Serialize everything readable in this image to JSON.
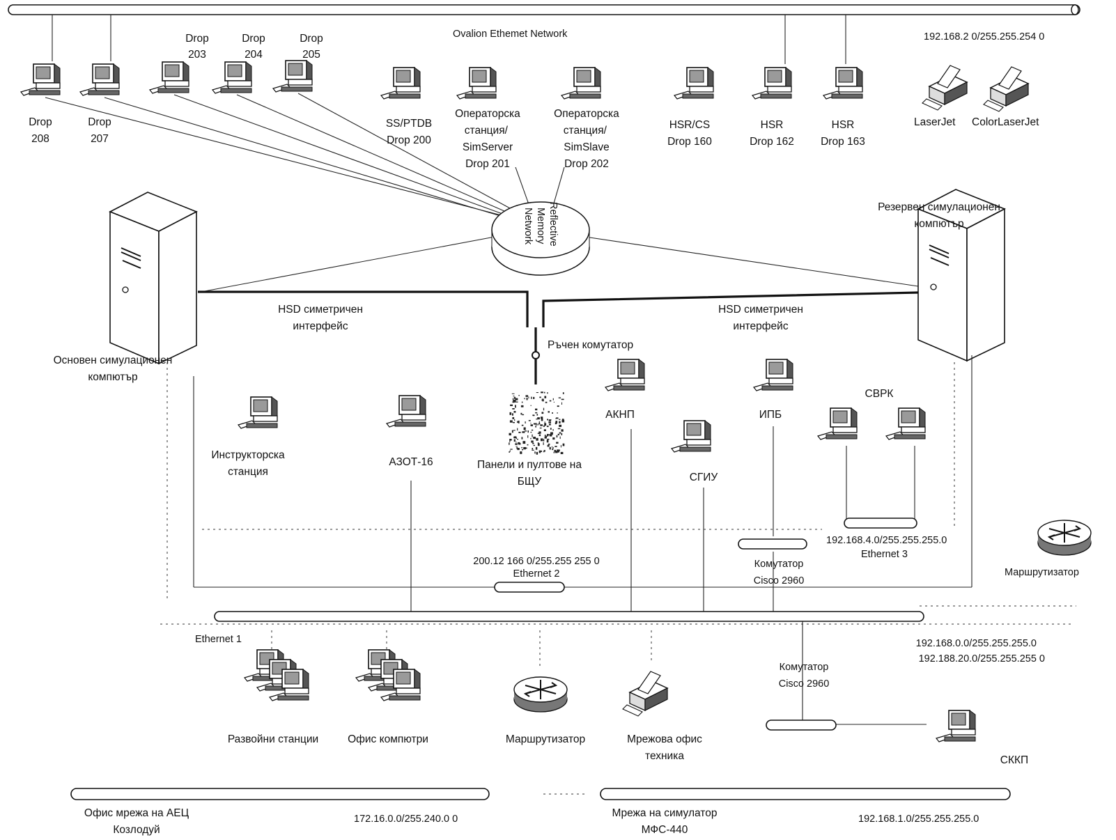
{
  "network": {
    "ovation": "Ovalion Ethemet Network",
    "ovation_ip": "192.168.2 0/255.255.254 0",
    "reflective": [
      "Reflective",
      "Memory",
      "Network"
    ],
    "ethernet2": "Ethernet 2",
    "ethernet2_ip": "200.12 166 0/255.255 255 0",
    "ethernet3": "Ethernet 3",
    "ethernet3_ip": "192.168.4.0/255.255.255.0",
    "ethernet1": "Ethernet 1",
    "ethernet1_ip": [
      "192.168.0.0/255.255.255.0",
      "192.188.20.0/255.255.255 0"
    ],
    "office_aec": [
      "Офис мрежа на АЕЦ",
      "Козлодуй"
    ],
    "office_ip": "172.16.0.0/255.240.0 0",
    "sim_net": [
      "Мрежа на симулатор",
      "МФС-440"
    ],
    "sim_ip": "192.168.1.0/255.255.255.0"
  },
  "drops": [
    {
      "lines": [
        "Drop",
        "208"
      ]
    },
    {
      "lines": [
        "Drop",
        "207"
      ]
    },
    {
      "lines": [
        "Drop",
        "203"
      ]
    },
    {
      "lines": [
        "Drop",
        "204"
      ]
    },
    {
      "lines": [
        "Drop",
        "205"
      ]
    },
    {
      "lines": [
        "SS/PTDB",
        "Drop 200"
      ]
    },
    {
      "lines": [
        "Операторска",
        "станция/",
        "SimServer",
        "Drop 201"
      ]
    },
    {
      "lines": [
        "Операторска",
        "станция/",
        "SimSlave",
        "Drop 202"
      ]
    },
    {
      "lines": [
        "HSR/CS",
        "Drop 160"
      ]
    },
    {
      "lines": [
        "HSR",
        "Drop 162"
      ]
    },
    {
      "lines": [
        "HSR",
        "Drop 163"
      ]
    }
  ],
  "printers": {
    "laserjet": "LaserJet",
    "color": "ColorLaserJet"
  },
  "servers": {
    "main": [
      "Основен симулационен",
      "компютър"
    ],
    "backup": [
      "Резервен симулационен",
      "компютър"
    ]
  },
  "hsd": [
    "HSD симетричен",
    "интерфейс"
  ],
  "manual_switch": "Ръчен комутатор",
  "stations": {
    "instructor": [
      "Инструкторска",
      "станция"
    ],
    "azot": "АЗОТ-16",
    "panels": [
      "Панели и пултове на",
      "БЩУ"
    ],
    "aknp": "АКНП",
    "sgiu": "СГИУ",
    "ipb": "ИПБ",
    "svrk": "СВРК"
  },
  "switch_label": [
    "Комутатор",
    "Cisco 2960"
  ],
  "router": "Маршрутизатор",
  "bottom": {
    "dev": "Развойни станции",
    "office": "Офис компютри",
    "router": "Маршрутизатор",
    "office_tech": [
      "Мрежова офис",
      "техника"
    ],
    "skkp": "СККП"
  }
}
